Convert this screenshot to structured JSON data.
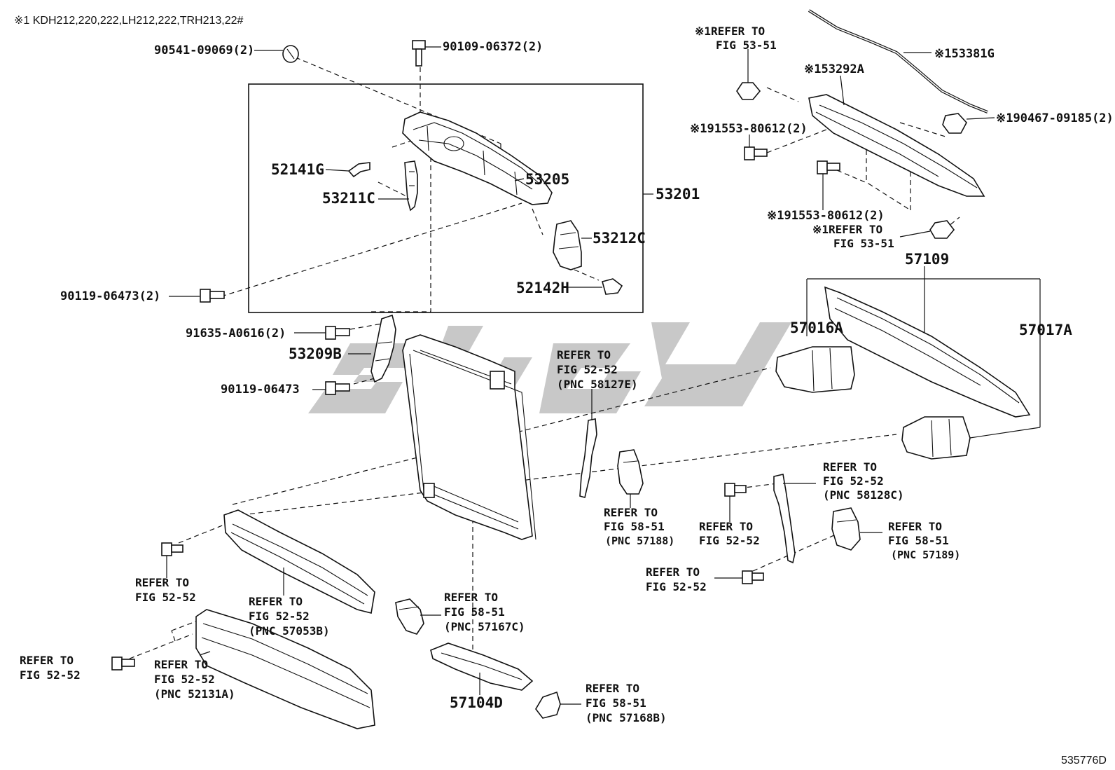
{
  "header": {
    "applicability_note": "※1  KDH212,220,222,LH212,222,TRH213,22#"
  },
  "footer": {
    "diagram_code": "535776D"
  },
  "watermark": {
    "color": "#9a9a9a"
  },
  "labels": {
    "p90541": "90541-09069(2)",
    "p90109": "90109-06372(2)",
    "p52141g": "52141G",
    "p53211c": "53211C",
    "p53205": "53205",
    "p53201": "53201",
    "p53212c": "53212C",
    "p52142h": "52142H",
    "p90119a": "90119-06473(2)",
    "p91635": "91635-A0616(2)",
    "p53209b": "53209B",
    "p90119b": "90119-06473",
    "p53381g": "※153381G",
    "p53292a": "※153292A",
    "p90467": "※190467-09185(2)",
    "p91553a": "※191553-80612(2)",
    "p91553b": "※191553-80612(2)",
    "p57109": "57109",
    "p57016a": "57016A",
    "p57017a": "57017A",
    "p57104d": "57104D"
  },
  "refs": {
    "r1": [
      "※1REFER TO",
      "FIG 53-51"
    ],
    "r2": [
      "※1REFER TO",
      "FIG 53-51"
    ],
    "r3": [
      "REFER TO",
      "FIG 52-52",
      "(PNC 58127E)"
    ],
    "r4": [
      "REFER TO",
      "FIG 58-51",
      "(PNC 57188)"
    ],
    "r5": [
      "REFER TO",
      "FIG 52-52",
      "(PNC 58128C)"
    ],
    "r6": [
      "REFER TO",
      "FIG 52-52"
    ],
    "r7": [
      "REFER TO",
      "FIG 58-51",
      "(PNC 57189)"
    ],
    "r8": [
      "REFER TO",
      "FIG 52-52"
    ],
    "r9": [
      "REFER TO",
      "FIG 52-52"
    ],
    "r10": [
      "REFER TO",
      "FIG 52-52",
      "(PNC 57053B)"
    ],
    "r11": [
      "REFER TO",
      "FIG 58-51",
      "(PNC 57167C)"
    ],
    "r12": [
      "REFER TO",
      "FIG 52-52"
    ],
    "r13": [
      "REFER TO",
      "FIG 52-52",
      "(PNC 52131A)"
    ],
    "r14": [
      "REFER TO",
      "FIG 58-51",
      "(PNC 57168B)"
    ]
  }
}
